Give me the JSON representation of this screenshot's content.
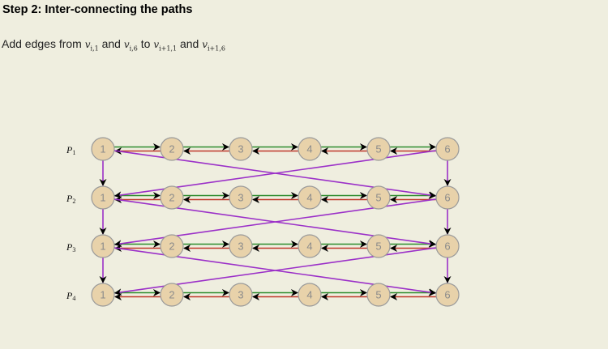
{
  "header": {
    "title": "Step 2: Inter-connecting the paths"
  },
  "description": {
    "prefix": "Add edges from",
    "and1": "and",
    "to": "to",
    "and2": "and",
    "var1": "v",
    "var1_sub": "i,1",
    "var2": "v",
    "var2_sub": "i,6",
    "var3": "v",
    "var3_sub": "i+1,1",
    "var4": "v",
    "var4_sub": "i+1,6"
  },
  "diagram": {
    "rows": [
      {
        "label": "P",
        "label_sub": "1"
      },
      {
        "label": "P",
        "label_sub": "2"
      },
      {
        "label": "P",
        "label_sub": "3"
      },
      {
        "label": "P",
        "label_sub": "4"
      }
    ],
    "node_labels": [
      "1",
      "2",
      "3",
      "4",
      "5",
      "6"
    ],
    "colors": {
      "forward_edge": "#2e8b2e",
      "backward_edge": "#c0392b",
      "connect_edge": "#9b30c8",
      "arrowhead": "#000000",
      "node_fill": "#e8d2aa",
      "node_stroke": "#9a9a9a"
    }
  }
}
